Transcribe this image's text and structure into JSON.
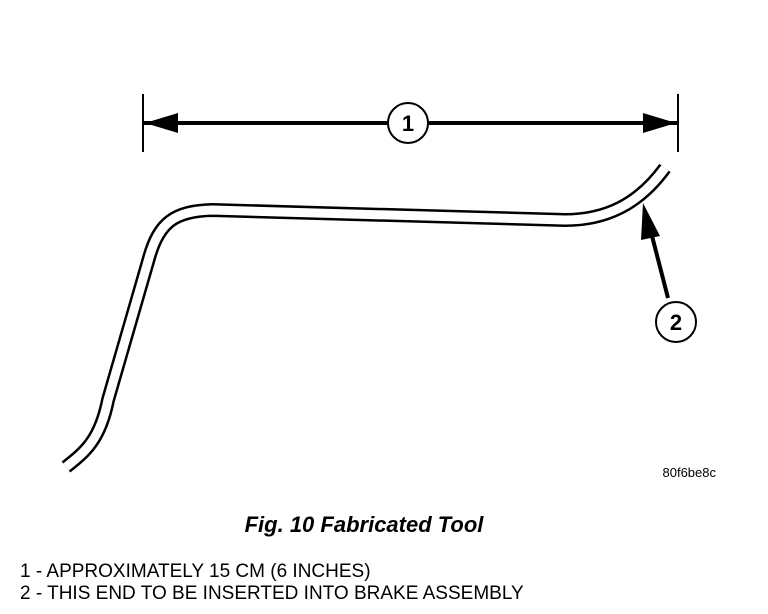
{
  "diagram": {
    "callouts": [
      {
        "number": "1"
      },
      {
        "number": "2"
      }
    ],
    "figure_id": "80f6be8c"
  },
  "caption": "Fig. 10 Fabricated Tool",
  "legend": [
    {
      "text": "1 - APPROXIMATELY 15 CM (6 INCHES)"
    },
    {
      "text": "2 - THIS END TO BE INSERTED INTO BRAKE ASSEMBLY"
    }
  ]
}
